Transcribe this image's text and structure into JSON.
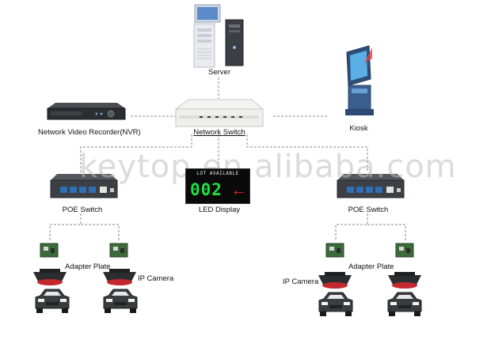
{
  "watermark": "keytop.en.alibaba.com",
  "labels": {
    "server": "Server",
    "nvr": "Network Video Recorder(NVR)",
    "network_switch": "Network Switch",
    "kiosk": "Kiosk",
    "poe_left": "POE Switch",
    "poe_right": "POE Switch",
    "led_display": "LED Display",
    "adapter_left": "Adapter Plate",
    "adapter_right": "Adapter Plate",
    "ipcam_left": "IP Camera",
    "ipcam_right": "IP Camera"
  },
  "led": {
    "header": "LOT AVAILABLE",
    "count": "002",
    "arrow": "←"
  },
  "colors": {
    "led_digits": "#1fe040",
    "led_arrow": "#e0222a",
    "camera_red": "#c4272e",
    "switch_body": "#3c3f44",
    "port_blue": "#2f6db5"
  }
}
